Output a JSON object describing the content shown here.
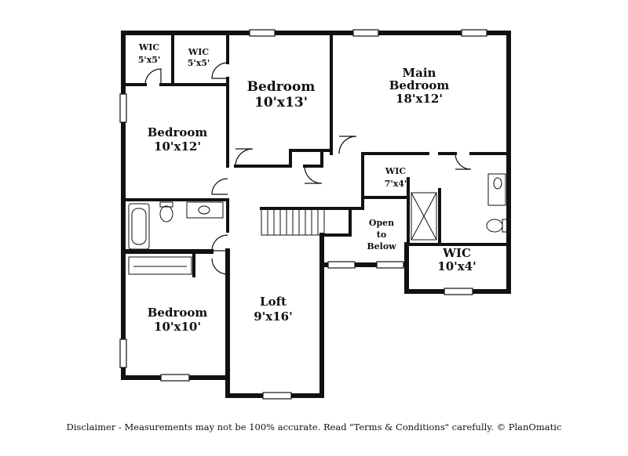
{
  "rooms": {
    "wic_a": {
      "name": "WIC",
      "size": "5'x5'"
    },
    "wic_b": {
      "name": "WIC",
      "size": "5'x5'"
    },
    "bedroom_top": {
      "name": "Bedroom",
      "size": "10'x13'"
    },
    "main_bedroom": {
      "name_line1": "Main",
      "name_line2": "Bedroom",
      "size": "18'x12'"
    },
    "bedroom_left": {
      "name": "Bedroom",
      "size": "10'x12'"
    },
    "wic_c": {
      "name": "WIC",
      "size": "7'x4'"
    },
    "open_below": {
      "line1": "Open",
      "line2": "to",
      "line3": "Below"
    },
    "wic_d": {
      "name": "WIC",
      "size": "10'x4'"
    },
    "bedroom_bottom": {
      "name": "Bedroom",
      "size": "10'x10'"
    },
    "loft": {
      "name": "Loft",
      "size": "9'x16'"
    }
  },
  "disclaimer": "Disclaimer - Measurements may not be 100% accurate. Read \"Terms & Conditions\" carefully. © PlanOmatic",
  "colors": {
    "wall": "#111111",
    "background": "#ffffff"
  }
}
